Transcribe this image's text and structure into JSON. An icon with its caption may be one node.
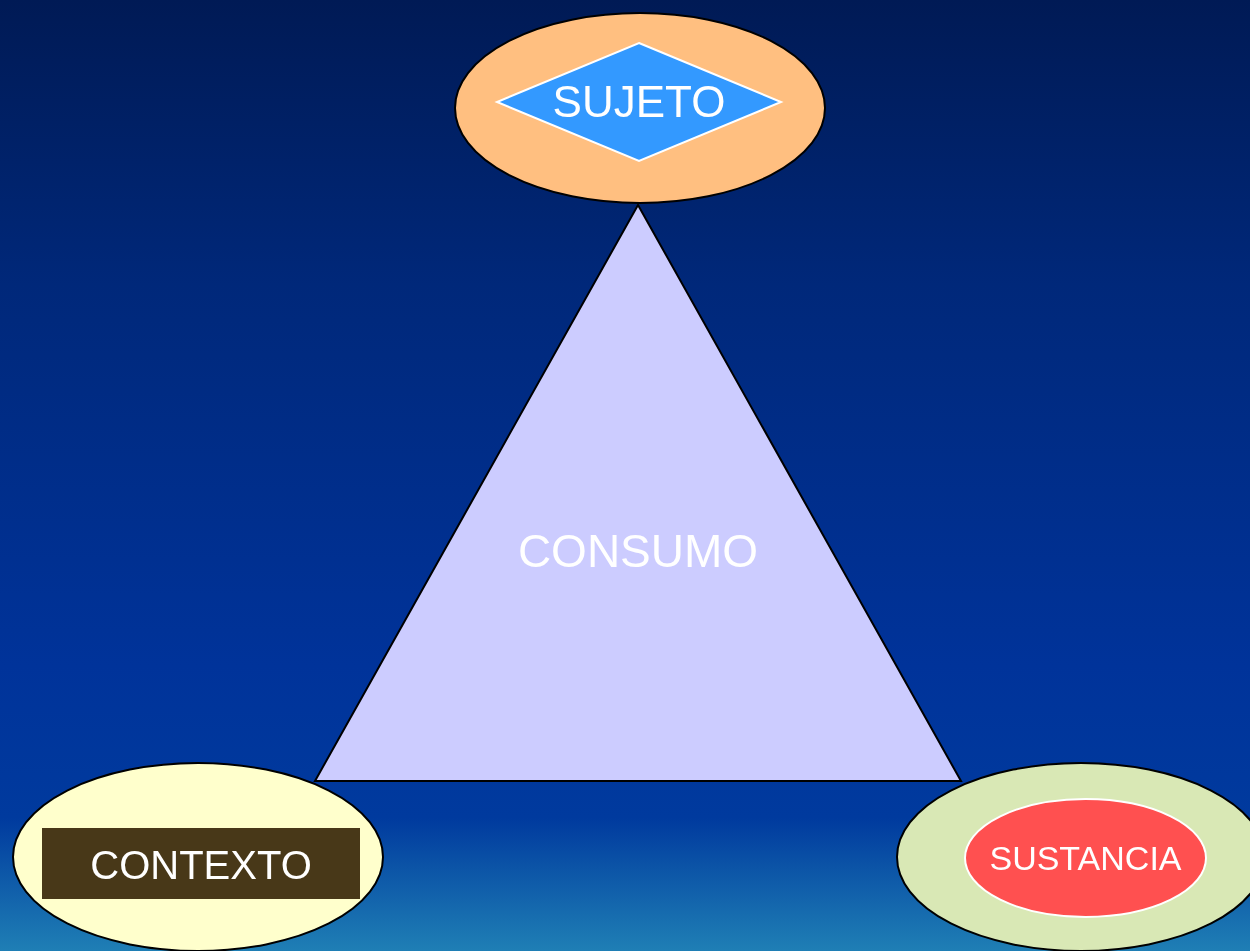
{
  "diagram": {
    "nodes": [
      {
        "text": [],
        "shape": "ellipse"
      },
      {
        "text": [
          "SUJETO"
        ],
        "in": 0
      },
      {
        "text": [
          "CONSUMO"
        ]
      },
      {
        "text": [],
        "shape": "ellipse"
      },
      {
        "text": [
          "CONTEXTO"
        ],
        "in": 3
      },
      {
        "text": [],
        "shape": "ellipse"
      },
      {
        "text": [
          "SUSTANCIA"
        ],
        "in": 5
      }
    ]
  }
}
